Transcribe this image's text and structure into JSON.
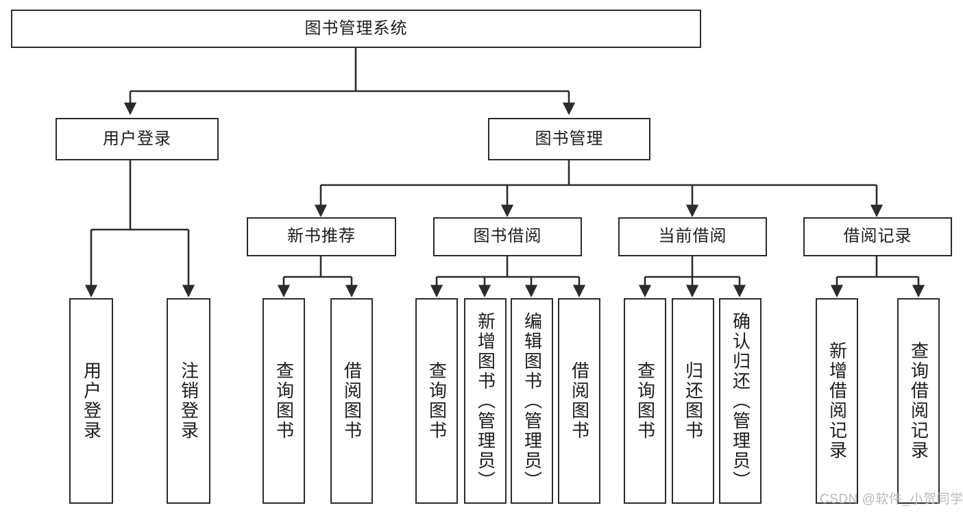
{
  "diagram": {
    "title": "图书管理系统",
    "type": "hierarchy-tree",
    "root": {
      "label": "图书管理系统",
      "name": "node-root-system"
    },
    "level2": [
      {
        "label": "用户登录",
        "name": "node-user-login"
      },
      {
        "label": "图书管理",
        "name": "node-book-management"
      }
    ],
    "level3": [
      {
        "label": "新书推荐",
        "name": "node-new-book-recommend"
      },
      {
        "label": "图书借阅",
        "name": "node-book-borrow"
      },
      {
        "label": "当前借阅",
        "name": "node-current-borrow"
      },
      {
        "label": "借阅记录",
        "name": "node-borrow-record"
      }
    ],
    "leaves": {
      "user_login": [
        {
          "label": "用户登录",
          "name": "leaf-user-login"
        },
        {
          "label": "注销登录",
          "name": "leaf-logout"
        }
      ],
      "new_book_recommend": [
        {
          "label": "查询图书",
          "name": "leaf-query-book-1"
        },
        {
          "label": "借阅图书",
          "name": "leaf-borrow-book-1"
        }
      ],
      "book_borrow": [
        {
          "label": "查询图书",
          "name": "leaf-query-book-2"
        },
        {
          "label": "新增图书（管理员）",
          "name": "leaf-add-book-admin"
        },
        {
          "label": "编辑图书（管理员）",
          "name": "leaf-edit-book-admin"
        },
        {
          "label": "借阅图书",
          "name": "leaf-borrow-book-2"
        }
      ],
      "current_borrow": [
        {
          "label": "查询图书",
          "name": "leaf-query-book-3"
        },
        {
          "label": "归还图书",
          "name": "leaf-return-book"
        },
        {
          "label": "确认归还（管理员）",
          "name": "leaf-confirm-return-admin"
        }
      ],
      "borrow_record": [
        {
          "label": "新增借阅记录",
          "name": "leaf-add-borrow-record"
        },
        {
          "label": "查询借阅记录",
          "name": "leaf-query-borrow-record"
        }
      ]
    }
  },
  "watermark": {
    "text": "CSDN @软件_小贺同学"
  },
  "colors": {
    "border": "#2b2b2b",
    "text": "#1c1c1c",
    "background": "#ffffff",
    "watermark": "#b9b9b9"
  }
}
